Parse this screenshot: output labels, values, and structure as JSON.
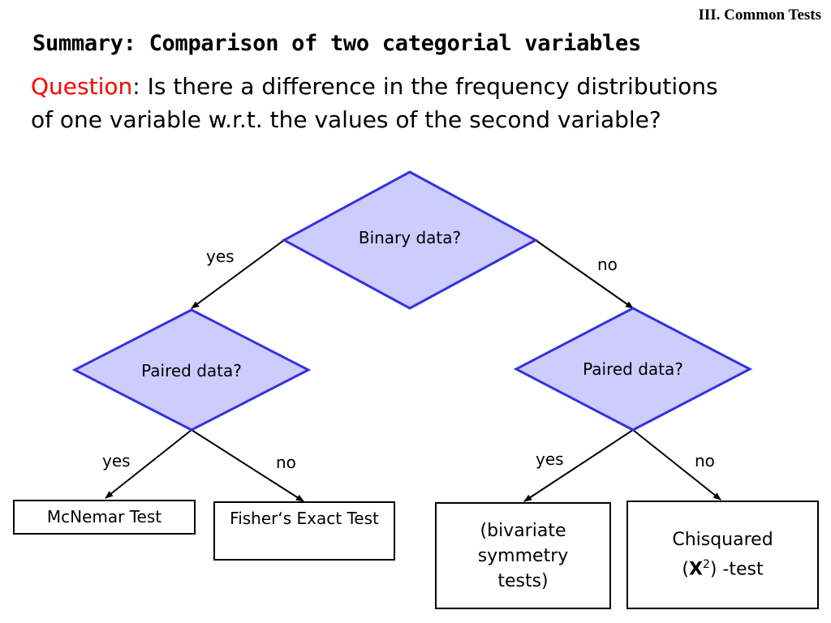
{
  "header": {
    "section": "III. Common Tests",
    "title": "Summary: Comparison of two categorial variables"
  },
  "question": {
    "label": "Question",
    "separator": ":",
    "text": " Is there a difference in the frequency distributions of one variable w.r.t. the values of the second variable?"
  },
  "diagram": {
    "root": {
      "label": "Binary data?"
    },
    "left_decision": {
      "label": "Paired data?"
    },
    "right_decision": {
      "label": "Paired data?"
    },
    "edges": {
      "root_yes": "yes",
      "root_no": "no",
      "left_yes": "yes",
      "left_no": "no",
      "right_yes": "yes",
      "right_no": "no"
    },
    "outcomes": {
      "mcnemar": "McNemar Test",
      "fisher": "Fisher‘s Exact Test",
      "bivariate": "(bivariate symmetry tests)",
      "chisquared_line1": "Chisquared",
      "chisquared_open": "(",
      "chisquared_symbol": "X",
      "chisquared_exp": "2",
      "chisquared_close": ") -test"
    },
    "colors": {
      "diamond_fill": "#ccccff",
      "diamond_stroke": "#3333dd",
      "arrow": "#000000",
      "question_label": "#ff0000"
    }
  }
}
